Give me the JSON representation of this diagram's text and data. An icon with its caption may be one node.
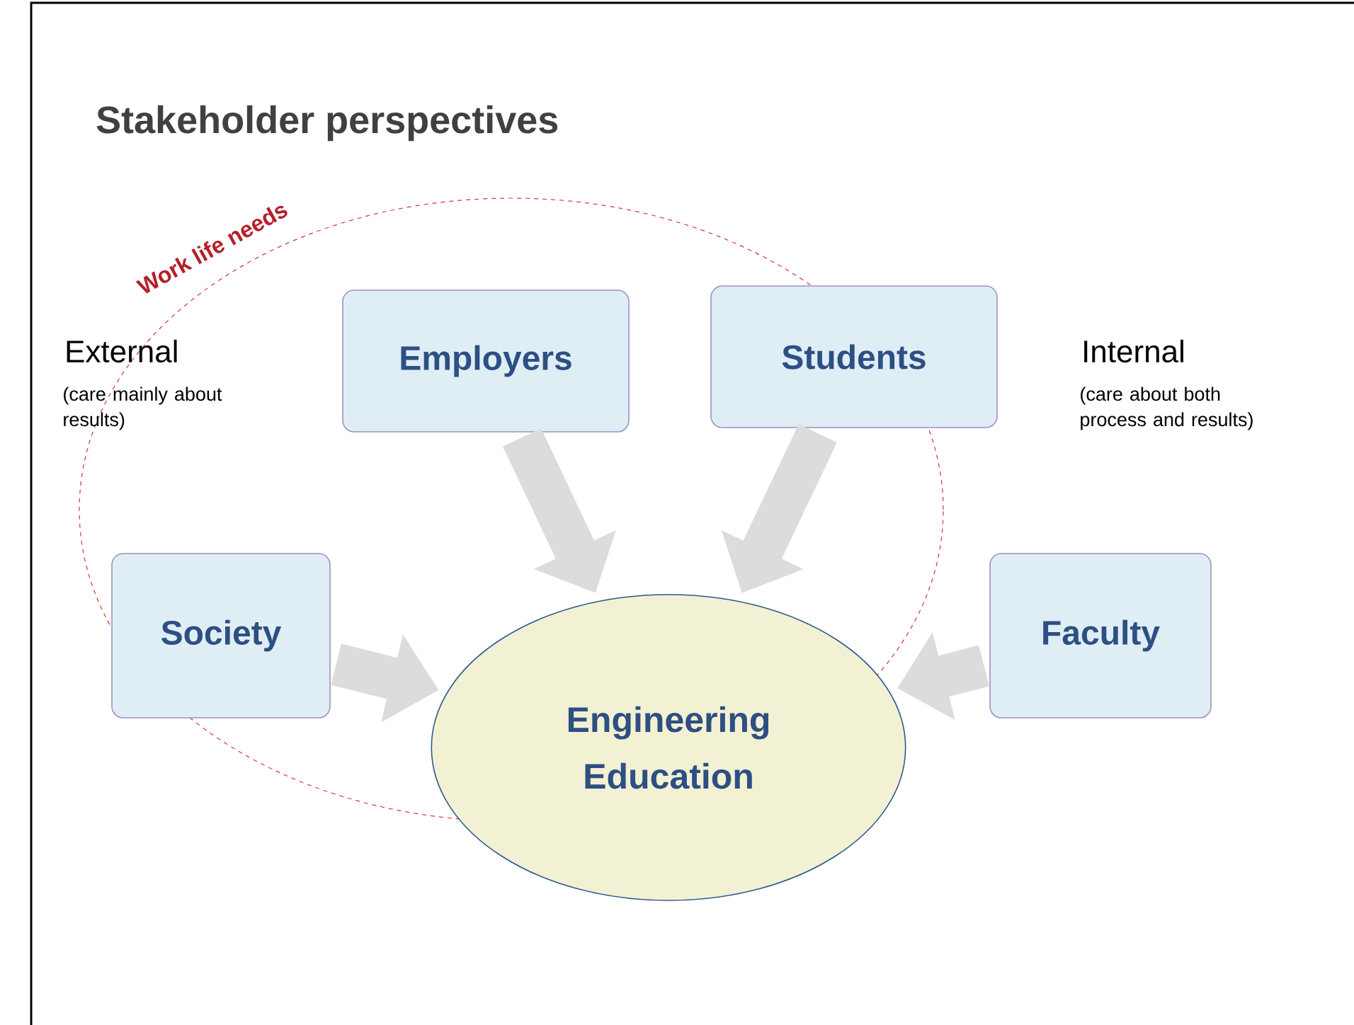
{
  "diagram": {
    "title": "Stakeholder perspectives",
    "nodes": [
      {
        "text": [
          "Employers"
        ]
      },
      {
        "text": [
          "Students"
        ]
      },
      {
        "text": [
          "Society"
        ]
      },
      {
        "text": [
          "Faculty"
        ]
      },
      {
        "text": [
          "Engineering Education"
        ]
      }
    ],
    "edges": [
      {
        "from": 0,
        "to": 4,
        "arrow": "to"
      },
      {
        "from": 1,
        "to": 4,
        "arrow": "to"
      },
      {
        "from": 2,
        "to": 4,
        "arrow": "to"
      },
      {
        "from": 3,
        "to": 4,
        "arrow": "to"
      }
    ],
    "labels": [
      "Work life needs",
      "External",
      "(care mainly about results)",
      "Internal",
      "(care about both process and results)"
    ]
  }
}
